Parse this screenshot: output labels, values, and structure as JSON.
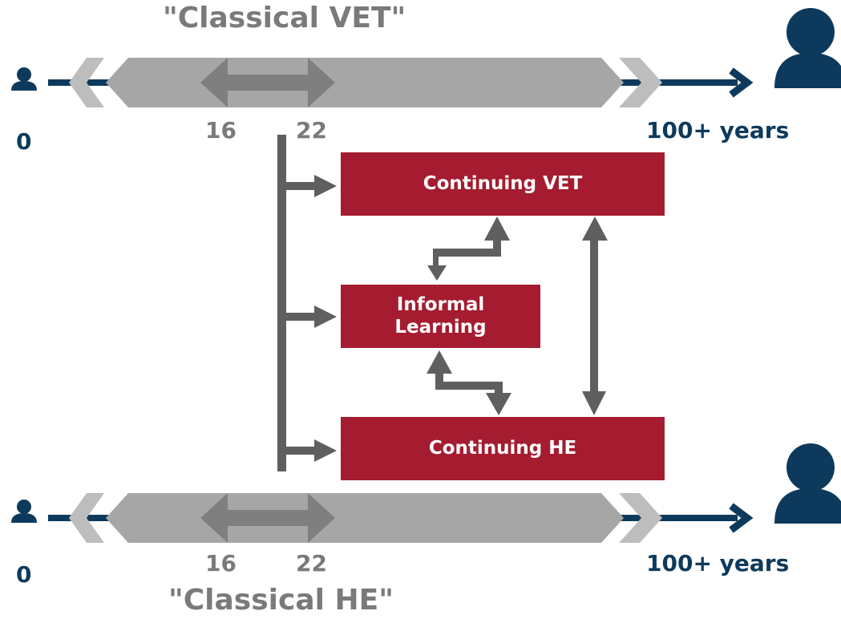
{
  "top_timeline": {
    "title": "\"Classical VET\"",
    "start_label": "0",
    "mark_16": "16",
    "mark_22": "22",
    "end_label": "100+ years"
  },
  "bottom_timeline": {
    "title": "\"Classical HE\"",
    "start_label": "0",
    "mark_16": "16",
    "mark_22": "22",
    "end_label": "100+ years"
  },
  "boxes": {
    "continuing_vet": "Continuing VET",
    "informal_line1": "Informal",
    "informal_line2": "Learning",
    "continuing_he": "Continuing HE"
  },
  "colors": {
    "navy": "#0d3a5c",
    "crimson": "#a51c30",
    "band_gray": "#a6a6a6",
    "arrow_gray": "#7f7f7f",
    "connector_gray": "#5f5f5f",
    "label_gray": "#7a7a7a"
  }
}
